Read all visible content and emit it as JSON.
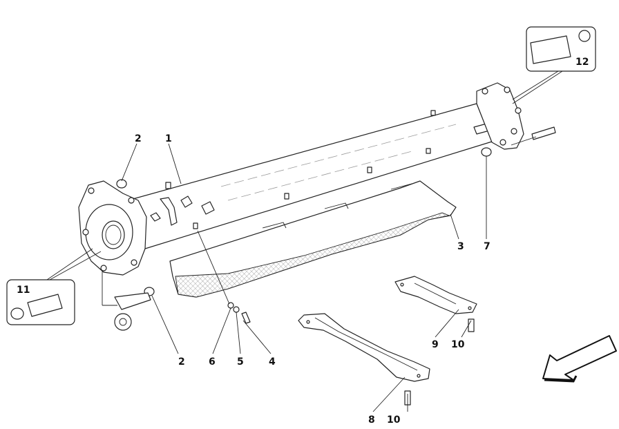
{
  "diagram": {
    "callouts": [
      "1",
      "2",
      "2",
      "3",
      "4",
      "5",
      "6",
      "7",
      "8",
      "9",
      "10",
      "10",
      "11",
      "12"
    ]
  }
}
